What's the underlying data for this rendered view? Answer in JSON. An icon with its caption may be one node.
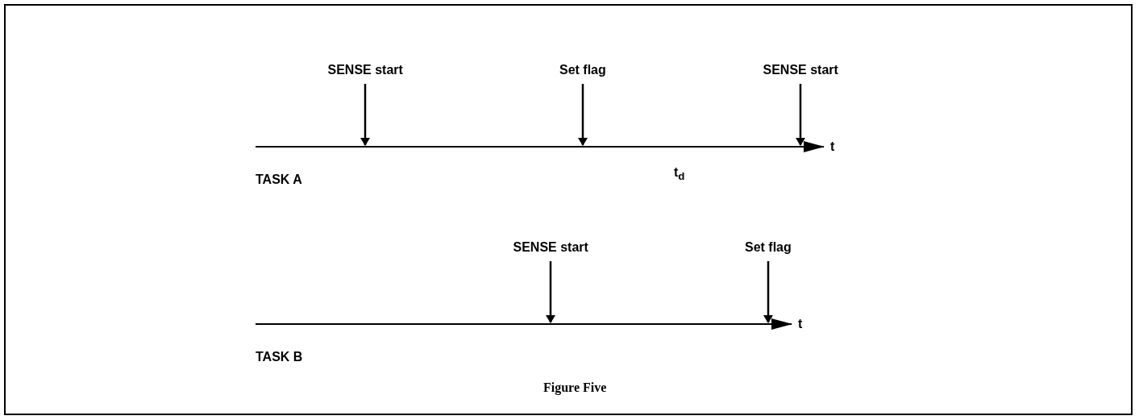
{
  "diagram": {
    "caption": "Figure Five",
    "nodes": [
      {
        "text": [
          "SENSE start"
        ]
      },
      {
        "text": [
          "Set flag"
        ]
      },
      {
        "text": [
          "SENSE start"
        ]
      },
      {
        "text": [
          "SENSE start"
        ]
      },
      {
        "text": [
          "Set flag"
        ]
      }
    ],
    "edges": [
      {
        "from": 0,
        "to": null,
        "arrow": "to"
      },
      {
        "from": 1,
        "to": null,
        "arrow": "to"
      },
      {
        "from": 2,
        "to": null,
        "arrow": "to"
      },
      {
        "from": 3,
        "to": null,
        "arrow": "to"
      },
      {
        "from": 4,
        "to": null,
        "arrow": "to"
      }
    ],
    "labels": [
      "t",
      "TASK A",
      "t$_{d}$",
      "TASK B",
      "t"
    ]
  }
}
